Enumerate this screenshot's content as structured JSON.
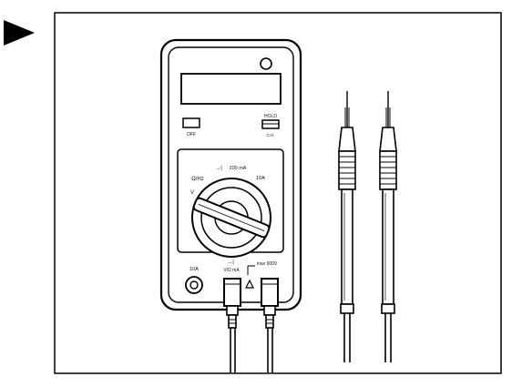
{
  "pointer": {
    "icon": "play-triangle-icon"
  },
  "multimeter": {
    "buttons": {
      "left": "OFF",
      "right": "HOLD"
    },
    "dial": {
      "label_ohm": "Ω/Hz",
      "label_v": "V",
      "label_diode": "→|",
      "label_ma": "200 mA",
      "label_10a": "10A"
    },
    "jacks": {
      "label_10a": "10A",
      "label_diode_top": "→|",
      "label_diode_bottom": "V/Ω mA",
      "warning_label": "max 600V",
      "warning_icon": "warning-triangle-icon"
    }
  },
  "test_leads": {
    "count": 2
  }
}
